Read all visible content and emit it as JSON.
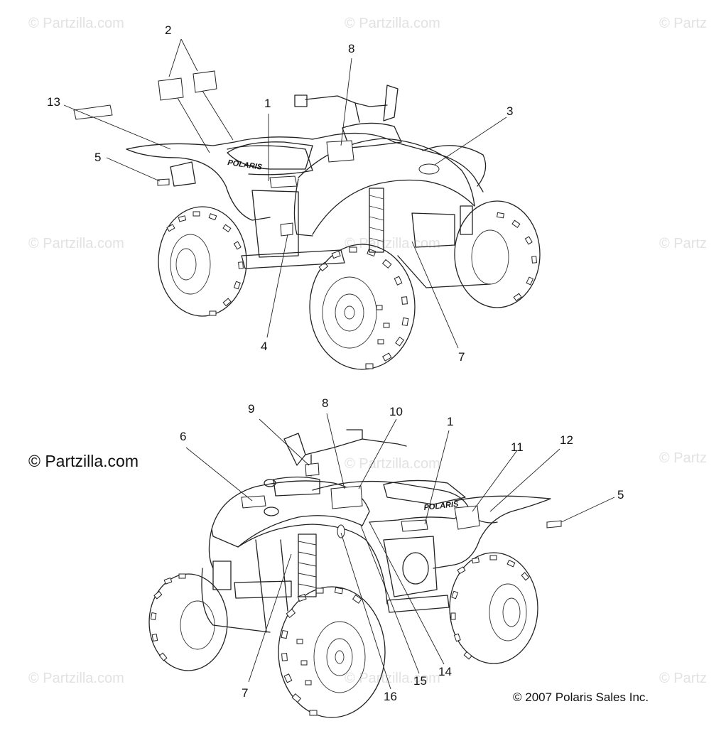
{
  "watermarks": {
    "small": "© Partzilla.com",
    "small_cut": "© Partz",
    "main": "© Partzilla.com"
  },
  "copyright": "© 2007 Polaris Sales Inc.",
  "brand_logo": "POLARIS",
  "callouts_top": [
    "2",
    "8",
    "13",
    "1",
    "3",
    "5",
    "4",
    "7"
  ],
  "callouts_bottom": [
    "9",
    "8",
    "10",
    "1",
    "11",
    "12",
    "6",
    "5",
    "7",
    "16",
    "15",
    "14"
  ]
}
